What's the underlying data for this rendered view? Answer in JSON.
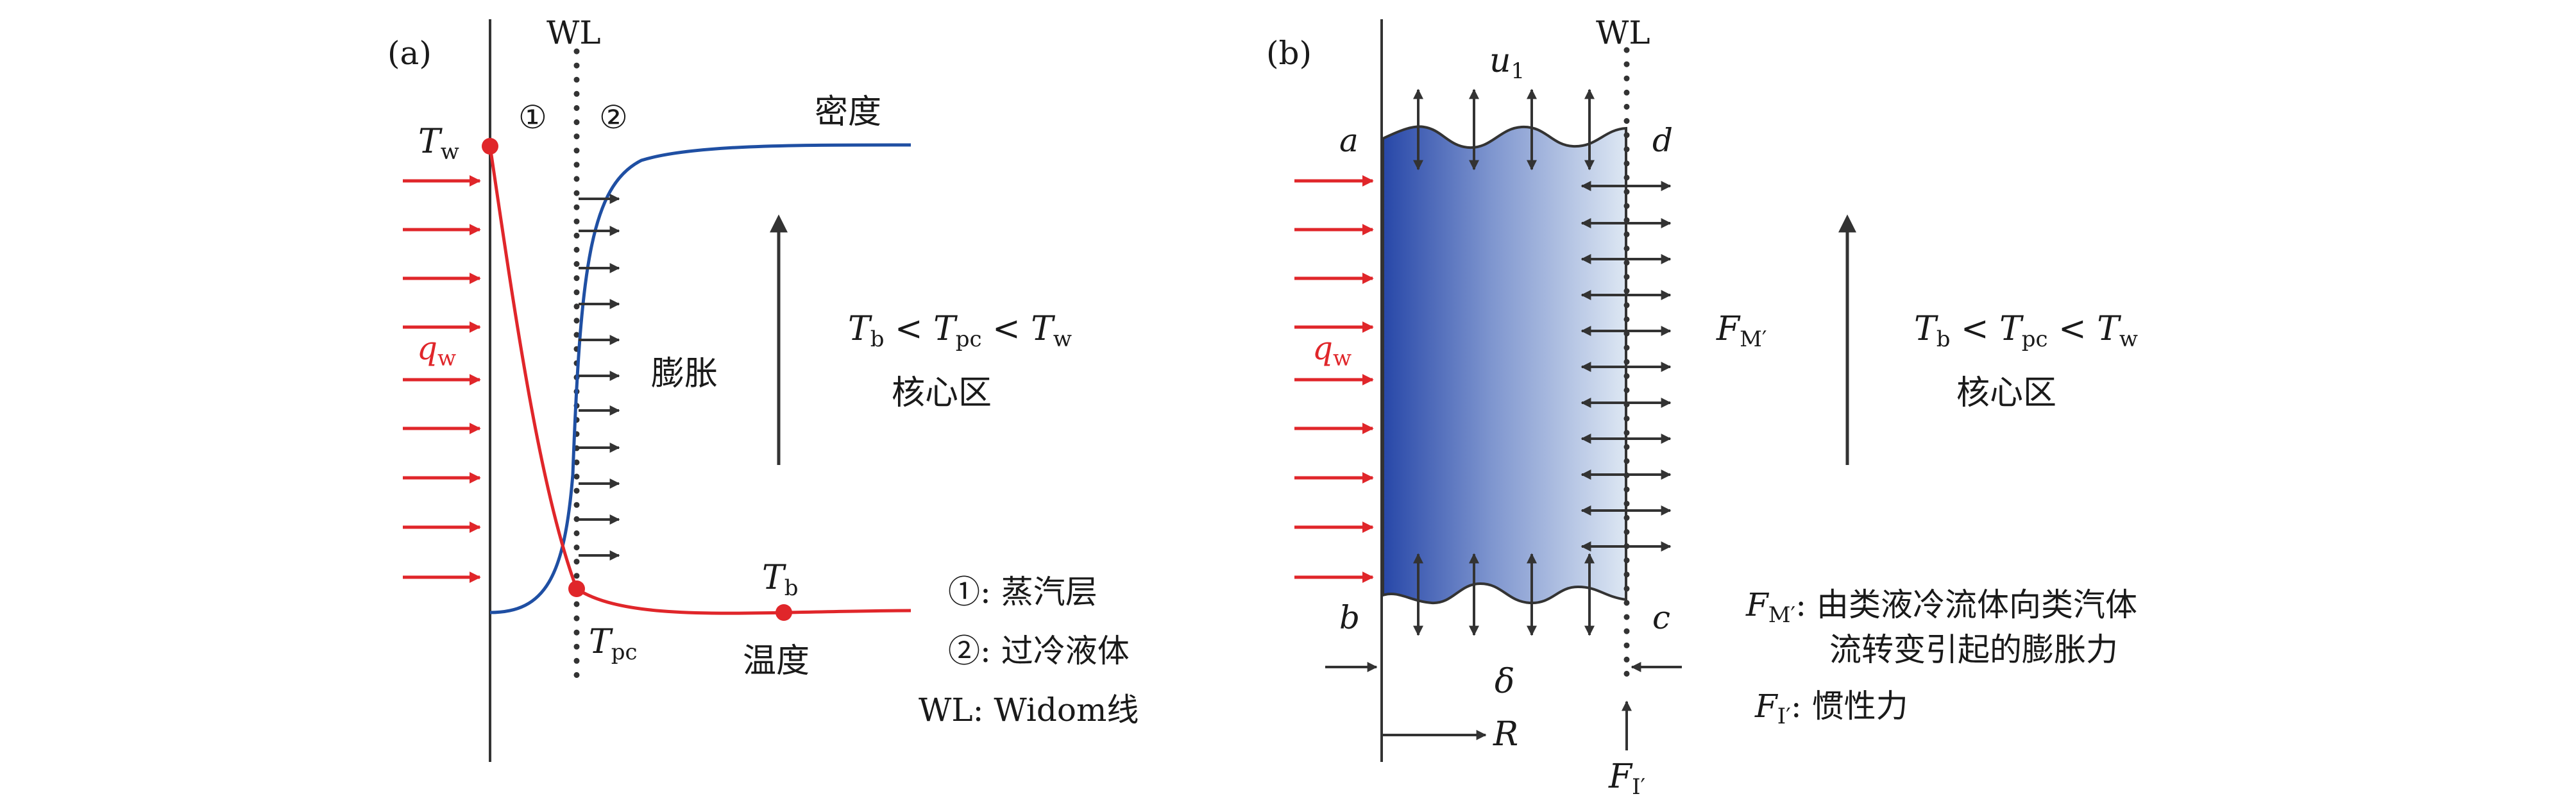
{
  "panel_a": {
    "panel_label": "(a)",
    "wl_label": "WL",
    "region_1": "①",
    "region_2": "②",
    "density_label": "密度",
    "temperature_label": "温度",
    "expansion_label": "膨胀",
    "tw_main": "T",
    "tw_sub": "w",
    "tb_main": "T",
    "tb_sub": "b",
    "tpc_main": "T",
    "tpc_sub": "pc",
    "qw_main": "q",
    "qw_sub": "w",
    "inequality": {
      "t1": "T",
      "s1": "b",
      "op1": " < ",
      "t2": "T",
      "s2": "pc",
      "op2": " < ",
      "t3": "T",
      "s3": "w"
    },
    "core_label": "核心区",
    "legend": [
      {
        "key": "①",
        "text": ": 蒸汽层"
      },
      {
        "key": "②",
        "text": ": 过冷液体"
      },
      {
        "key": "WL",
        "text": ": Widom线"
      }
    ]
  },
  "panel_b": {
    "panel_label": "(b)",
    "wl_label": "WL",
    "u_main": "u",
    "u_sub": "1",
    "corner_a": "a",
    "corner_b": "b",
    "corner_c": "c",
    "corner_d": "d",
    "qw_main": "q",
    "qw_sub": "w",
    "delta": "δ",
    "r_label": "R",
    "fm_main": "F",
    "fm_sub": "M′",
    "fi_main": "F",
    "fi_sub": "I′",
    "inequality": {
      "t1": "T",
      "s1": "b",
      "op1": " < ",
      "t2": "T",
      "s2": "pc",
      "op2": " < ",
      "t3": "T",
      "s3": "w"
    },
    "core_label": "核心区",
    "legend_fm_main": "F",
    "legend_fm_sub": "M′",
    "legend_fm_text_1": ": 由类液冷流体向类汽体",
    "legend_fm_text_2": "流转变引起的膨胀力",
    "legend_fi_main": "F",
    "legend_fi_sub": "I′",
    "legend_fi_text": ": 惯性力"
  },
  "colors": {
    "temperature_curve": "#e0262a",
    "density_curve": "#1f4fa3",
    "heat_arrow": "#e0262a",
    "layer_dark": "#2747a8",
    "layer_light": "#dde7f3",
    "axis": "#333333"
  }
}
